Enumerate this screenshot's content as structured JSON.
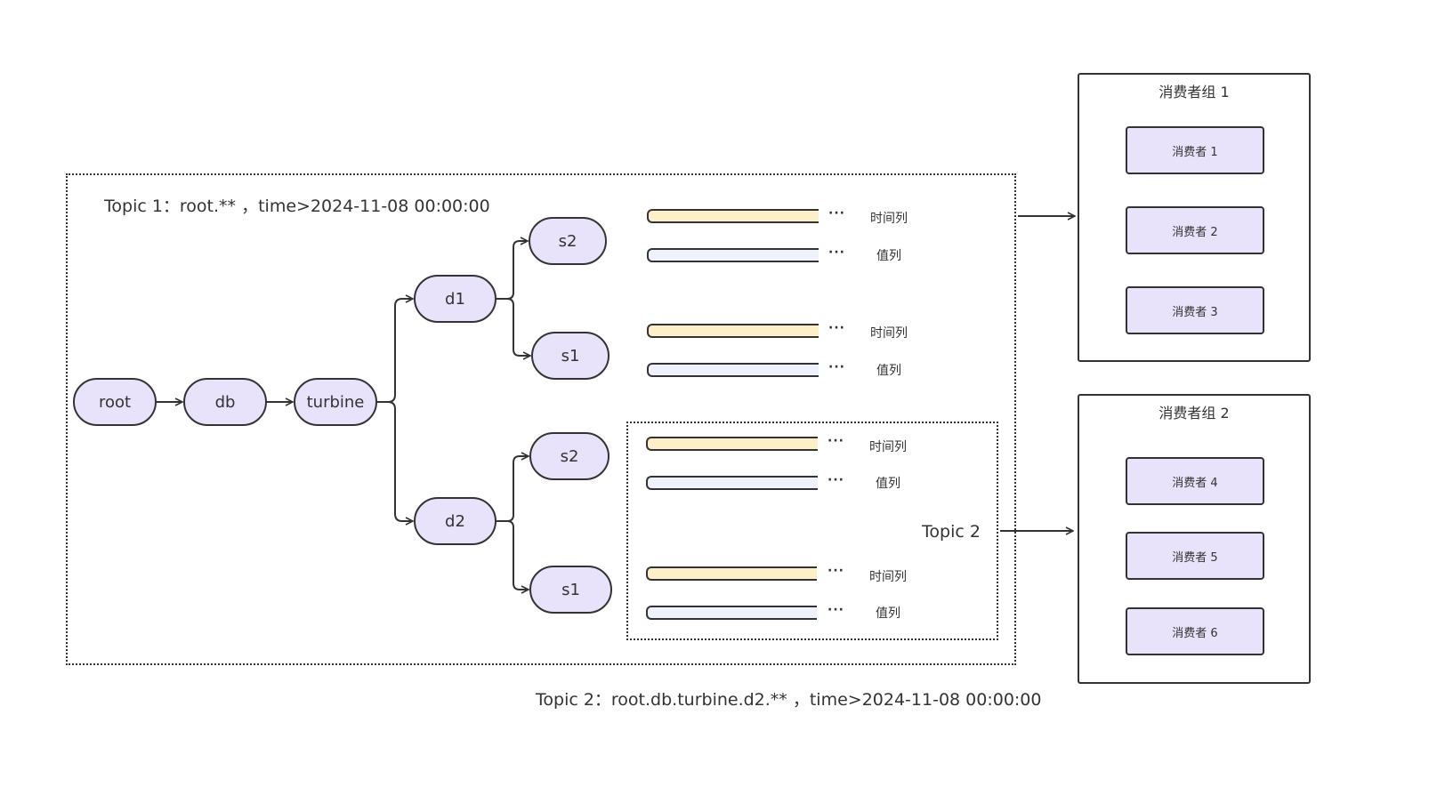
{
  "topic1": {
    "label": "Topic 1：root.** ，time>2024-11-08 00:00:00"
  },
  "topic2": {
    "label": "Topic 2",
    "caption": "Topic 2：root.db.turbine.d2.** ，time>2024-11-08 00:00:00"
  },
  "tree": {
    "root": "root",
    "db": "db",
    "turbine": "turbine",
    "d1": "d1",
    "d2": "d2",
    "d1_s2": "s2",
    "d1_s1": "s1",
    "d2_s2": "s2",
    "d2_s1": "s1"
  },
  "columns": {
    "ellipsis": "···",
    "time_label": "时间列",
    "value_label": "值列"
  },
  "consumer_groups": [
    {
      "title": "消费者组 1",
      "consumers": [
        "消费者 1",
        "消费者 2",
        "消费者 3"
      ]
    },
    {
      "title": "消费者组 2",
      "consumers": [
        "消费者 4",
        "消费者 5",
        "消费者 6"
      ]
    }
  ],
  "colors": {
    "node_fill": "#e8e3fb",
    "time_column_fill": "#fdf0c8",
    "value_column_fill": "#eef2fb",
    "stroke": "#333333"
  }
}
